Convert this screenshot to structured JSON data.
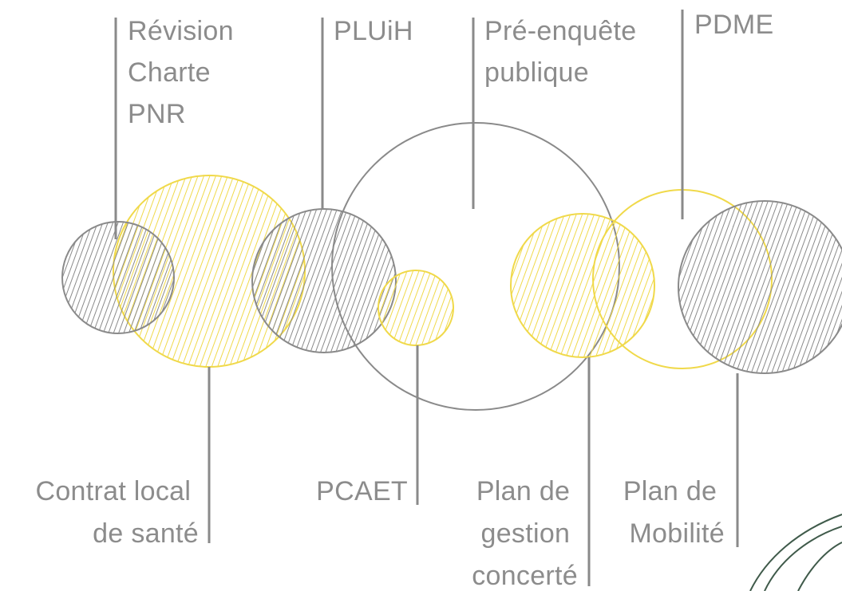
{
  "colors": {
    "gray": "#8a8a8a",
    "yellow": "#f0d94a",
    "text": "#8c8c8c",
    "leaf": "#3f5a4a"
  },
  "labels": {
    "revision": [
      "Révision",
      "Charte",
      "PNR"
    ],
    "pluih": [
      "PLUiH"
    ],
    "pre_enquete": [
      "Pré-enquête",
      "publique"
    ],
    "pdme": [
      "PDME"
    ],
    "contrat": [
      "Contrat local",
      "de santé"
    ],
    "pcaet": [
      "PCAET"
    ],
    "plan_gestion": [
      "Plan de",
      "gestion",
      "concerté"
    ],
    "plan_mobilite": [
      "Plan de",
      "Mobilité"
    ]
  }
}
